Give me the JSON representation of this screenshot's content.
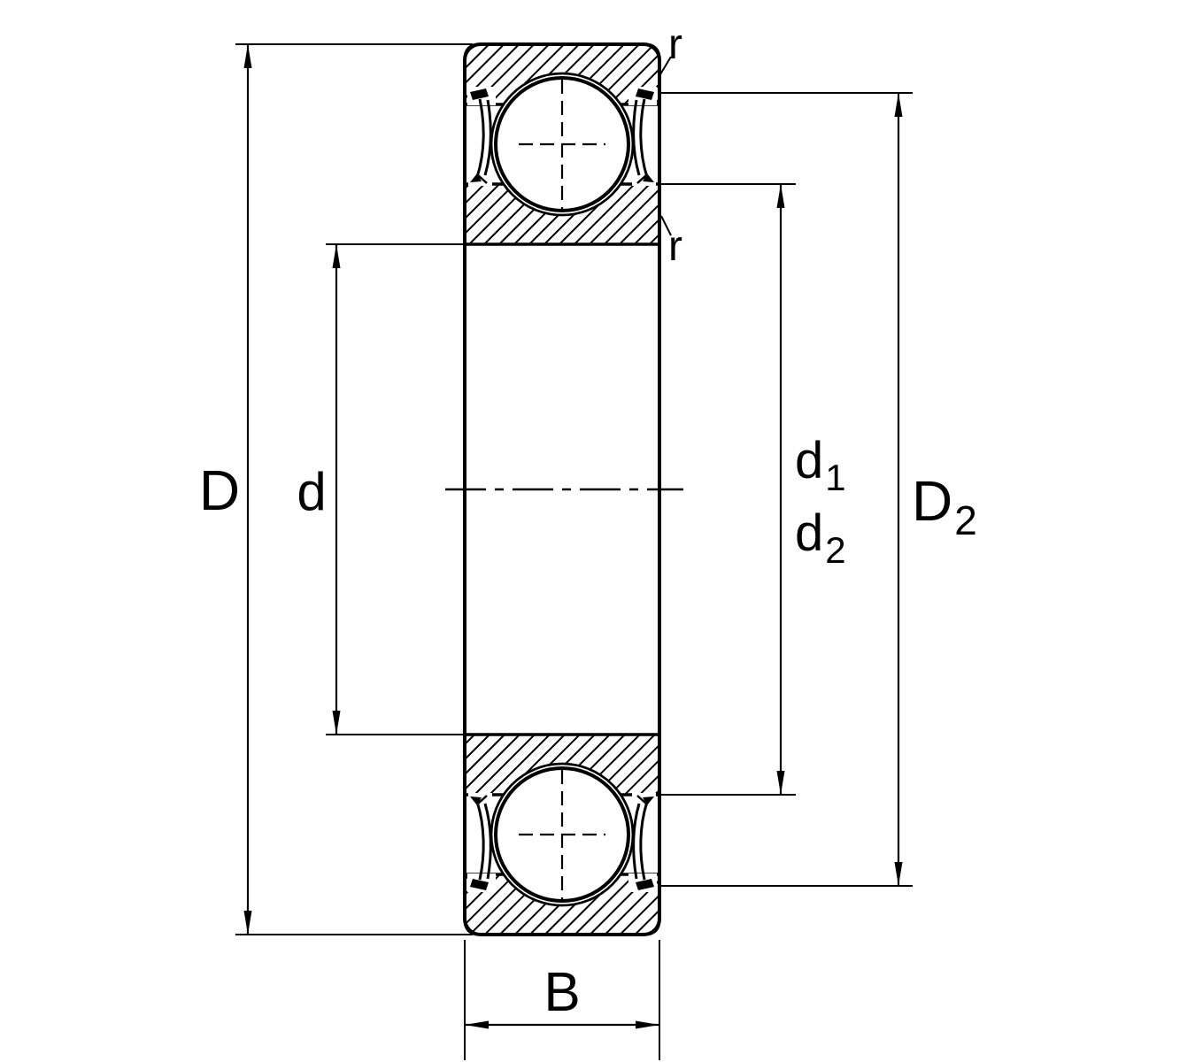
{
  "diagram": {
    "labels": {
      "D": "D",
      "d": "d",
      "d1_base": "d",
      "d1_sub": "1",
      "d2_base": "d",
      "d2_sub": "2",
      "D2_base": "D",
      "D2_sub": "2",
      "B": "B",
      "r_top": "r",
      "r_bottom": "r"
    },
    "colors": {
      "line": "#000000",
      "background": "#ffffff"
    }
  }
}
